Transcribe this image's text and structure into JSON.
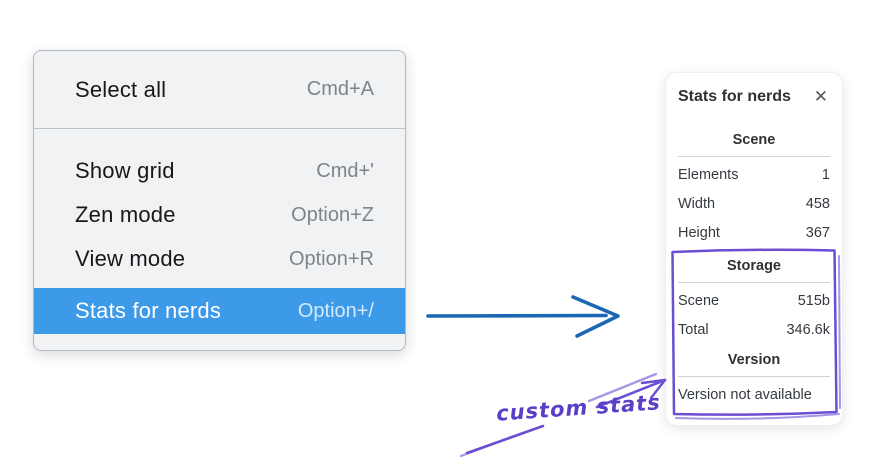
{
  "menu": {
    "groups": [
      {
        "items": [
          {
            "label": "Select all",
            "shortcut": "Cmd+A",
            "highlighted": false
          }
        ]
      },
      {
        "items": [
          {
            "label": "Show grid",
            "shortcut": "Cmd+'",
            "highlighted": false
          },
          {
            "label": "Zen mode",
            "shortcut": "Option+Z",
            "highlighted": false
          },
          {
            "label": "View mode",
            "shortcut": "Option+R",
            "highlighted": false
          },
          {
            "label": "Stats for nerds",
            "shortcut": "Option+/",
            "highlighted": true
          }
        ]
      }
    ]
  },
  "stats_panel": {
    "title": "Stats for nerds",
    "close_icon": "✕",
    "sections": [
      {
        "title": "Scene",
        "rows": [
          [
            "Elements",
            "1"
          ],
          [
            "Width",
            "458"
          ],
          [
            "Height",
            "367"
          ]
        ]
      },
      {
        "title": "Storage",
        "rows": [
          [
            "Scene",
            "515b"
          ],
          [
            "Total",
            "346.6k"
          ]
        ]
      },
      {
        "title": "Version",
        "note": "Version not available"
      }
    ]
  },
  "annotation": {
    "text": "custom stats"
  },
  "colors": {
    "menu_highlight_blue": "#3d9ae8",
    "flow_arrow_blue": "#1b67b3",
    "annotation_purple": "#6b4ed2",
    "annotation_purple_light": "#a796e4"
  }
}
